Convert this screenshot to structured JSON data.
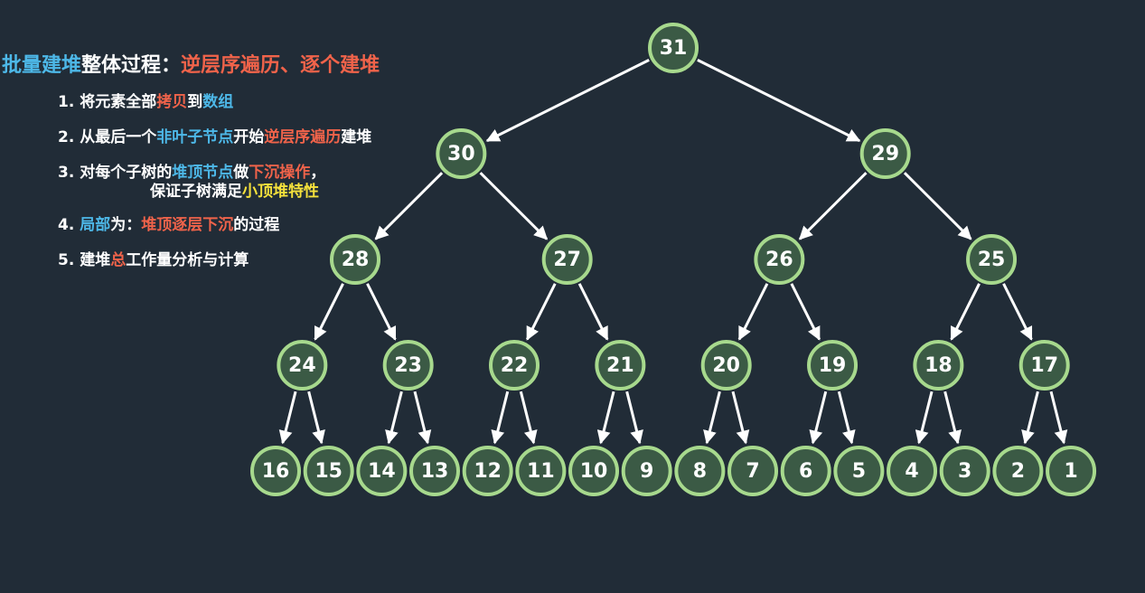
{
  "heading": {
    "part1": "批量建堆",
    "part2": "整体过程：",
    "part3": "逆层序遍历",
    "part4": "、",
    "part5": "逐个建堆"
  },
  "steps": [
    {
      "segments": [
        {
          "text": "1. 将元素全部",
          "color": "white"
        },
        {
          "text": "拷贝",
          "color": "red"
        },
        {
          "text": "到",
          "color": "white"
        },
        {
          "text": "数组",
          "color": "blue"
        }
      ]
    },
    {
      "segments": [
        {
          "text": "2. 从最后一个",
          "color": "white"
        },
        {
          "text": "非叶子节点",
          "color": "blue"
        },
        {
          "text": "开始",
          "color": "white"
        },
        {
          "text": "逆层序遍历",
          "color": "red"
        },
        {
          "text": "建堆",
          "color": "white"
        }
      ]
    },
    {
      "segments": [
        {
          "text": "3. 对每个子树的",
          "color": "white"
        },
        {
          "text": "堆顶节点",
          "color": "blue"
        },
        {
          "text": "做",
          "color": "white"
        },
        {
          "text": "下沉操作",
          "color": "red"
        },
        {
          "text": "，",
          "color": "white"
        }
      ]
    },
    {
      "segments": [
        {
          "text": "保证子树满足",
          "color": "white"
        },
        {
          "text": "小顶堆特性",
          "color": "yellow"
        }
      ]
    },
    {
      "segments": [
        {
          "text": "4. ",
          "color": "white"
        },
        {
          "text": "局部",
          "color": "blue"
        },
        {
          "text": "为：",
          "color": "white"
        },
        {
          "text": "堆顶逐层下沉",
          "color": "red"
        },
        {
          "text": "的过程",
          "color": "white"
        }
      ]
    },
    {
      "segments": [
        {
          "text": "5. 建堆",
          "color": "white"
        },
        {
          "text": "总",
          "color": "red"
        },
        {
          "text": "工作量分析与计算",
          "color": "white"
        }
      ]
    }
  ],
  "tree": {
    "node_values": [
      31,
      30,
      29,
      28,
      27,
      26,
      25,
      24,
      23,
      22,
      21,
      20,
      19,
      18,
      17,
      16,
      15,
      14,
      13,
      12,
      11,
      10,
      9,
      8,
      7,
      6,
      5,
      4,
      3,
      2,
      1
    ],
    "colors": {
      "node_fill": "#3b5a45",
      "node_border": "#a7d98d",
      "edge": "#ffffff",
      "background": "#212c37"
    }
  }
}
